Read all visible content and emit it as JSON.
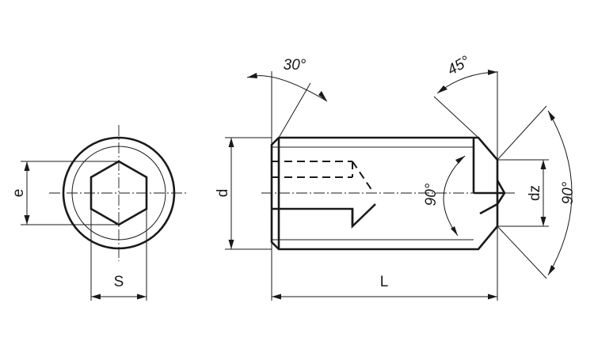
{
  "labels": {
    "e": "e",
    "s": "S",
    "d": "d",
    "l": "L",
    "dz": "dz",
    "angle_30": "30°",
    "angle_45": "45°",
    "angle_90_inner": "90°",
    "angle_90_outer": "90°"
  },
  "colors": {
    "line": "#1a1a1a",
    "background": "#ffffff"
  }
}
